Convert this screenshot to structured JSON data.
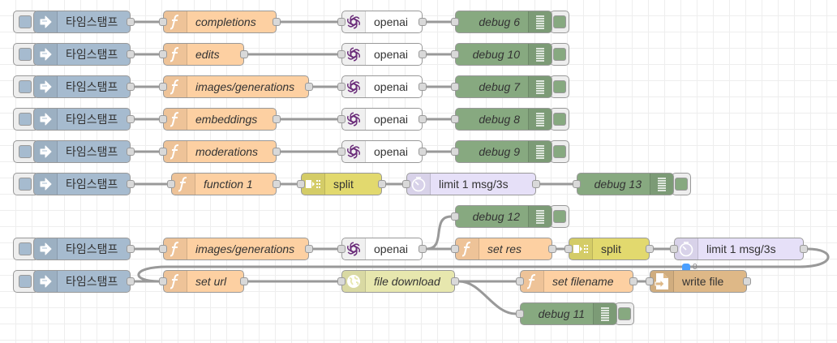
{
  "canvas": {
    "grid": true,
    "background": "#ffffff"
  },
  "colors": {
    "inject": "#a6bbcf",
    "function": "#fdd0a2",
    "openai": "#ffffff",
    "debug": "#87a980",
    "split": "#e2d96e",
    "delay": "#e6e0f8",
    "file_download": "#e7e7ae",
    "write_file": "#deb887",
    "status_blue": "#4a9fff",
    "openai_icon": "#6b2d7a"
  },
  "nodes": [
    {
      "id": "inj1",
      "type": "inject",
      "label": "타임스탬프",
      "icon": "arrow-right-icon"
    },
    {
      "id": "fn1",
      "type": "function",
      "label": "completions",
      "icon": "function-icon"
    },
    {
      "id": "ai1",
      "type": "openai",
      "label": "openai",
      "icon": "openai-icon"
    },
    {
      "id": "dbg6",
      "type": "debug",
      "label": "debug 6",
      "icon": "list-icon"
    },
    {
      "id": "inj2",
      "type": "inject",
      "label": "타임스탬프",
      "icon": "arrow-right-icon"
    },
    {
      "id": "fn2",
      "type": "function",
      "label": "edits",
      "icon": "function-icon"
    },
    {
      "id": "ai2",
      "type": "openai",
      "label": "openai",
      "icon": "openai-icon"
    },
    {
      "id": "dbg10",
      "type": "debug",
      "label": "debug 10",
      "icon": "list-icon"
    },
    {
      "id": "inj3",
      "type": "inject",
      "label": "타임스탬프",
      "icon": "arrow-right-icon"
    },
    {
      "id": "fn3",
      "type": "function",
      "label": "images/generations",
      "icon": "function-icon"
    },
    {
      "id": "ai3",
      "type": "openai",
      "label": "openai",
      "icon": "openai-icon"
    },
    {
      "id": "dbg7",
      "type": "debug",
      "label": "debug 7",
      "icon": "list-icon"
    },
    {
      "id": "inj4",
      "type": "inject",
      "label": "타임스탬프",
      "icon": "arrow-right-icon"
    },
    {
      "id": "fn4",
      "type": "function",
      "label": "embeddings",
      "icon": "function-icon"
    },
    {
      "id": "ai4",
      "type": "openai",
      "label": "openai",
      "icon": "openai-icon"
    },
    {
      "id": "dbg8",
      "type": "debug",
      "label": "debug 8",
      "icon": "list-icon"
    },
    {
      "id": "inj5",
      "type": "inject",
      "label": "타임스탬프",
      "icon": "arrow-right-icon"
    },
    {
      "id": "fn5",
      "type": "function",
      "label": "moderations",
      "icon": "function-icon"
    },
    {
      "id": "ai5",
      "type": "openai",
      "label": "openai",
      "icon": "openai-icon"
    },
    {
      "id": "dbg9",
      "type": "debug",
      "label": "debug 9",
      "icon": "list-icon"
    },
    {
      "id": "inj6",
      "type": "inject",
      "label": "타임스탬프",
      "icon": "arrow-right-icon"
    },
    {
      "id": "fn6",
      "type": "function",
      "label": "function 1",
      "icon": "function-icon"
    },
    {
      "id": "sp1",
      "type": "split",
      "label": "split",
      "icon": "split-icon"
    },
    {
      "id": "dl1",
      "type": "delay",
      "label": "limit 1 msg/3s",
      "icon": "timer-icon"
    },
    {
      "id": "dbg13",
      "type": "debug",
      "label": "debug 13",
      "icon": "list-icon"
    },
    {
      "id": "dbg12",
      "type": "debug",
      "label": "debug 12",
      "icon": "list-icon"
    },
    {
      "id": "inj7",
      "type": "inject",
      "label": "타임스탬프",
      "icon": "arrow-right-icon"
    },
    {
      "id": "fn7",
      "type": "function",
      "label": "images/generations",
      "icon": "function-icon"
    },
    {
      "id": "ai7",
      "type": "openai",
      "label": "openai",
      "icon": "openai-icon"
    },
    {
      "id": "fn8",
      "type": "function",
      "label": "set res",
      "icon": "function-icon"
    },
    {
      "id": "sp2",
      "type": "split",
      "label": "split",
      "icon": "split-icon"
    },
    {
      "id": "dl2",
      "type": "delay",
      "label": "limit 1 msg/3s",
      "icon": "timer-icon",
      "status": "0"
    },
    {
      "id": "inj8",
      "type": "inject",
      "label": "타임스탬프",
      "icon": "arrow-right-icon"
    },
    {
      "id": "fn9",
      "type": "function",
      "label": "set url",
      "icon": "function-icon"
    },
    {
      "id": "fd1",
      "type": "file_download",
      "label": "file download",
      "icon": "globe-icon"
    },
    {
      "id": "fn10",
      "type": "function",
      "label": "set filename",
      "icon": "function-icon"
    },
    {
      "id": "wf1",
      "type": "write_file",
      "label": "write file",
      "icon": "file-icon"
    },
    {
      "id": "dbg11",
      "type": "debug",
      "label": "debug 11",
      "icon": "list-icon"
    }
  ]
}
